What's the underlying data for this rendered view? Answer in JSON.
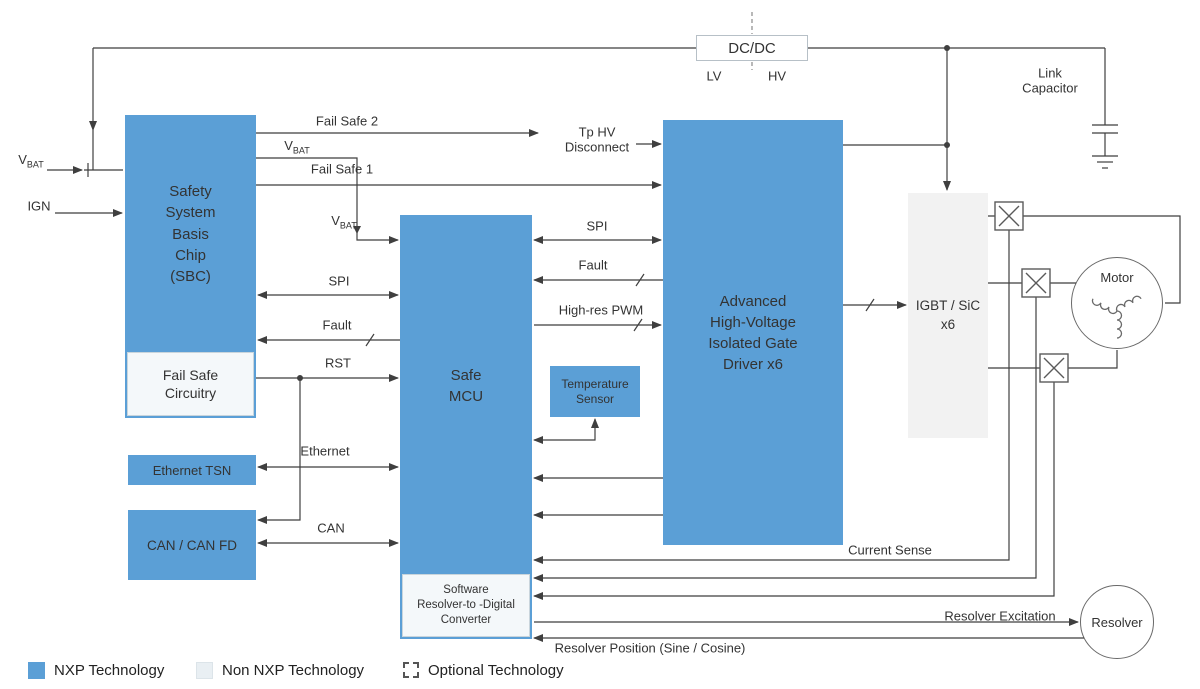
{
  "colors": {
    "nxp_blue": "#5B9FD6",
    "non_nxp_light": "#E9EFF3",
    "igbt_gray": "#F2F2F2",
    "line": "#3F3F3F",
    "text": "#333333"
  },
  "blocks": {
    "sbc": {
      "label": "Safety\nSystem\nBasis\nChip\n(SBC)"
    },
    "fail_safe_circuitry": {
      "label": "Fail Safe\nCircuitry"
    },
    "safe_mcu": {
      "label": "Safe\nMCU"
    },
    "software_rdc": {
      "label": "Software\nResolver-to -Digital\nConverter"
    },
    "temperature_sensor": {
      "label": "Temperature\nSensor"
    },
    "gate_driver": {
      "label": "Advanced\nHigh-Voltage\nIsolated Gate\nDriver x6"
    },
    "igbt": {
      "label": "IGBT / SiC\nx6"
    },
    "dcdc": {
      "label": "DC/DC",
      "lv": "LV",
      "hv": "HV"
    },
    "ethernet_tsn": {
      "label": "Ethernet TSN"
    },
    "can": {
      "label": "CAN / CAN FD"
    },
    "motor": {
      "label": "Motor"
    },
    "resolver": {
      "label": "Resolver"
    },
    "link_capacitor": {
      "label": "Link\nCapacitor"
    }
  },
  "inputs": {
    "vbat": {
      "v": "V",
      "sub": "BAT"
    },
    "ign": "IGN"
  },
  "signals": {
    "fail_safe_2": "Fail Safe 2",
    "tp_hv_disconnect": "Tp HV\nDisconnect",
    "vbat_sbc": {
      "v": "V",
      "sub": "BAT"
    },
    "fail_safe_1": "Fail Safe 1",
    "vbat_mcu": {
      "v": "V",
      "sub": "BAT"
    },
    "spi_sbc_mcu": "SPI",
    "fault_sbc_mcu": "Fault",
    "rst": "RST",
    "ethernet": "Ethernet",
    "can": "CAN",
    "spi_mcu_gd": "SPI",
    "fault_mcu_gd": "Fault",
    "high_res_pwm": "High-res PWM",
    "current_sense": "Current Sense",
    "resolver_excitation": "Resolver Excitation",
    "resolver_position": "Resolver Position (Sine / Cosine)"
  },
  "legend": {
    "nxp": "NXP Technology",
    "non_nxp": "Non NXP Technology",
    "optional": "Optional Technology"
  }
}
